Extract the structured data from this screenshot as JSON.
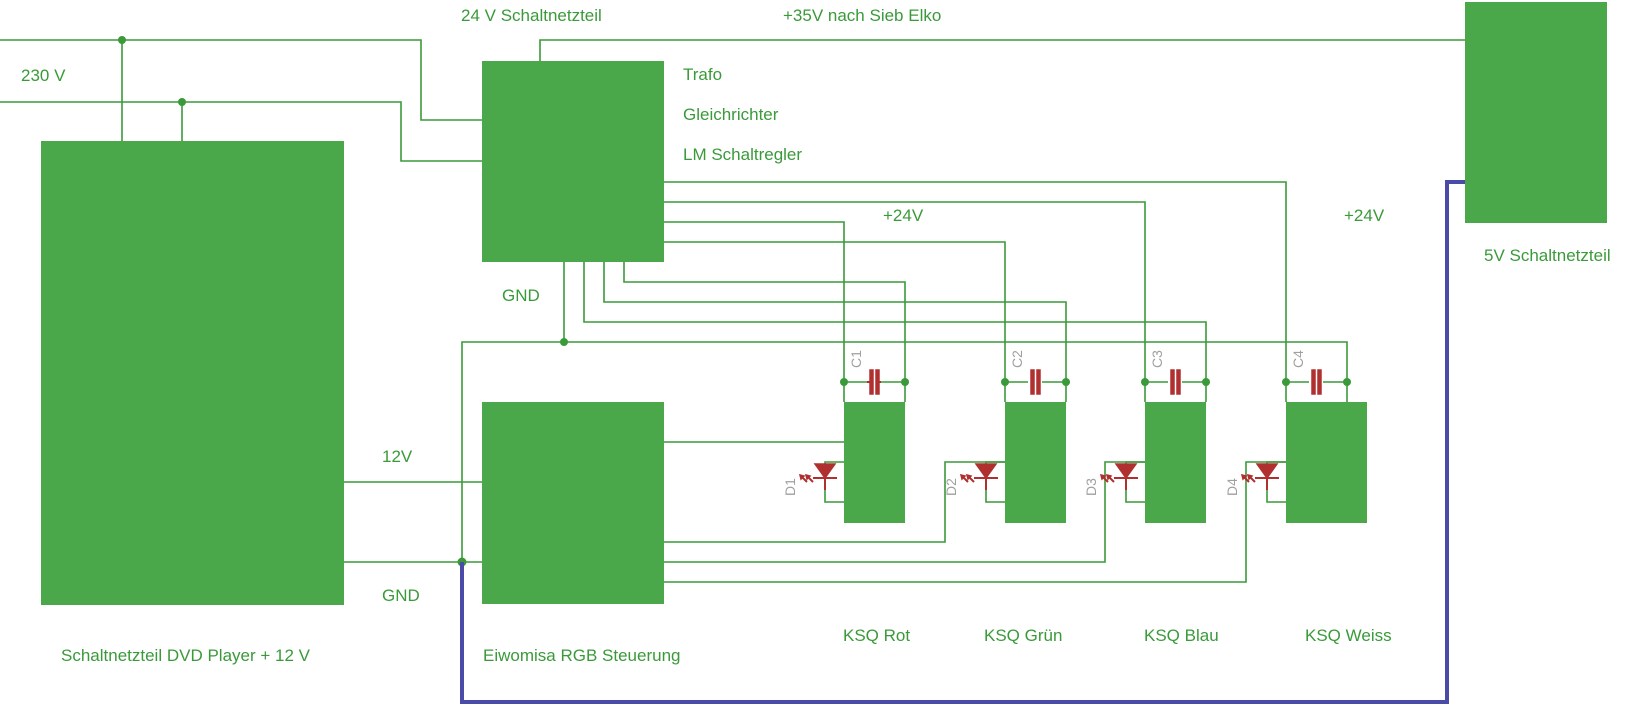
{
  "labels": {
    "netz_24v": "24 V Schaltnetzteil",
    "plus35": "+35V nach Sieb Elko",
    "v230": "230 V",
    "trafo": "Trafo",
    "gleichrichter": "Gleichrichter",
    "lm": "LM Schaltregler",
    "plus24_a": "+24V",
    "plus24_b": "+24V",
    "gnd_top": "GND",
    "v12": "12V",
    "gnd_bottom": "GND",
    "dvd": "Schaltnetzteil DVD Player + 12 V",
    "rgb": "Eiwomisa RGB Steuerung",
    "netz_5v": "5V Schaltnetzteil",
    "ksq_rot": "KSQ Rot",
    "ksq_gruen": "KSQ Grün",
    "ksq_blau": "KSQ Blau",
    "ksq_weiss": "KSQ Weiss"
  },
  "parts": {
    "c1": "C1",
    "c2": "C2",
    "c3": "C3",
    "c4": "C4",
    "d1": "D1",
    "d2": "D2",
    "d3": "D3",
    "d4": "D4"
  },
  "colors": {
    "block": "#4aa84a",
    "wire": "#3a9a3a",
    "bus": "#4a4aa8",
    "component": "#b03030",
    "ref_text": "#a0a0a0"
  }
}
